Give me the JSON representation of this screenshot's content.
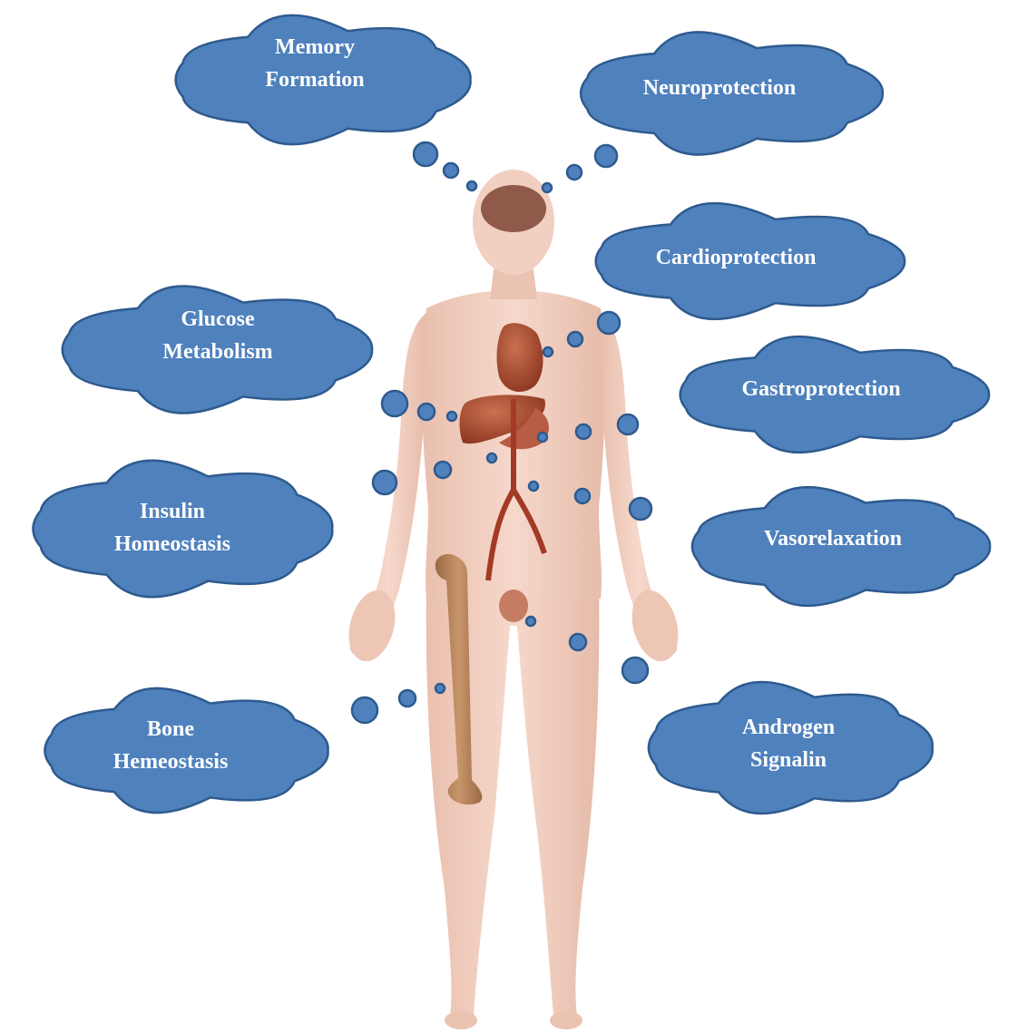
{
  "colors": {
    "cloud_fill": "#4F81BD",
    "cloud_stroke": "#2E5A8E",
    "skin": "#F2CDBE",
    "organ": "#A64A30",
    "bone": "#B7835A",
    "label_text": "#FFFFFF"
  },
  "figure": {
    "subject": "human-body",
    "visible_organs": [
      "brain",
      "heart",
      "liver",
      "stomach",
      "aorta",
      "testes",
      "femur"
    ]
  },
  "callouts": [
    {
      "id": "memory-formation",
      "lines": [
        "Memory",
        "Formation"
      ]
    },
    {
      "id": "neuroprotection",
      "lines": [
        "Neuroprotection"
      ]
    },
    {
      "id": "cardioprotection",
      "lines": [
        "Cardioprotection"
      ]
    },
    {
      "id": "glucose-metabolism",
      "lines": [
        "Glucose",
        "Metabolism"
      ]
    },
    {
      "id": "gastroprotection",
      "lines": [
        "Gastroprotection"
      ]
    },
    {
      "id": "insulin-homeostasis",
      "lines": [
        "Insulin",
        "Homeostasis"
      ]
    },
    {
      "id": "vasorelaxation",
      "lines": [
        "Vasorelaxation"
      ]
    },
    {
      "id": "bone-hemeostasis",
      "lines": [
        "Bone",
        "Hemeostasis"
      ]
    },
    {
      "id": "androgen-signalin",
      "lines": [
        "Androgen",
        "Signalin"
      ]
    }
  ]
}
